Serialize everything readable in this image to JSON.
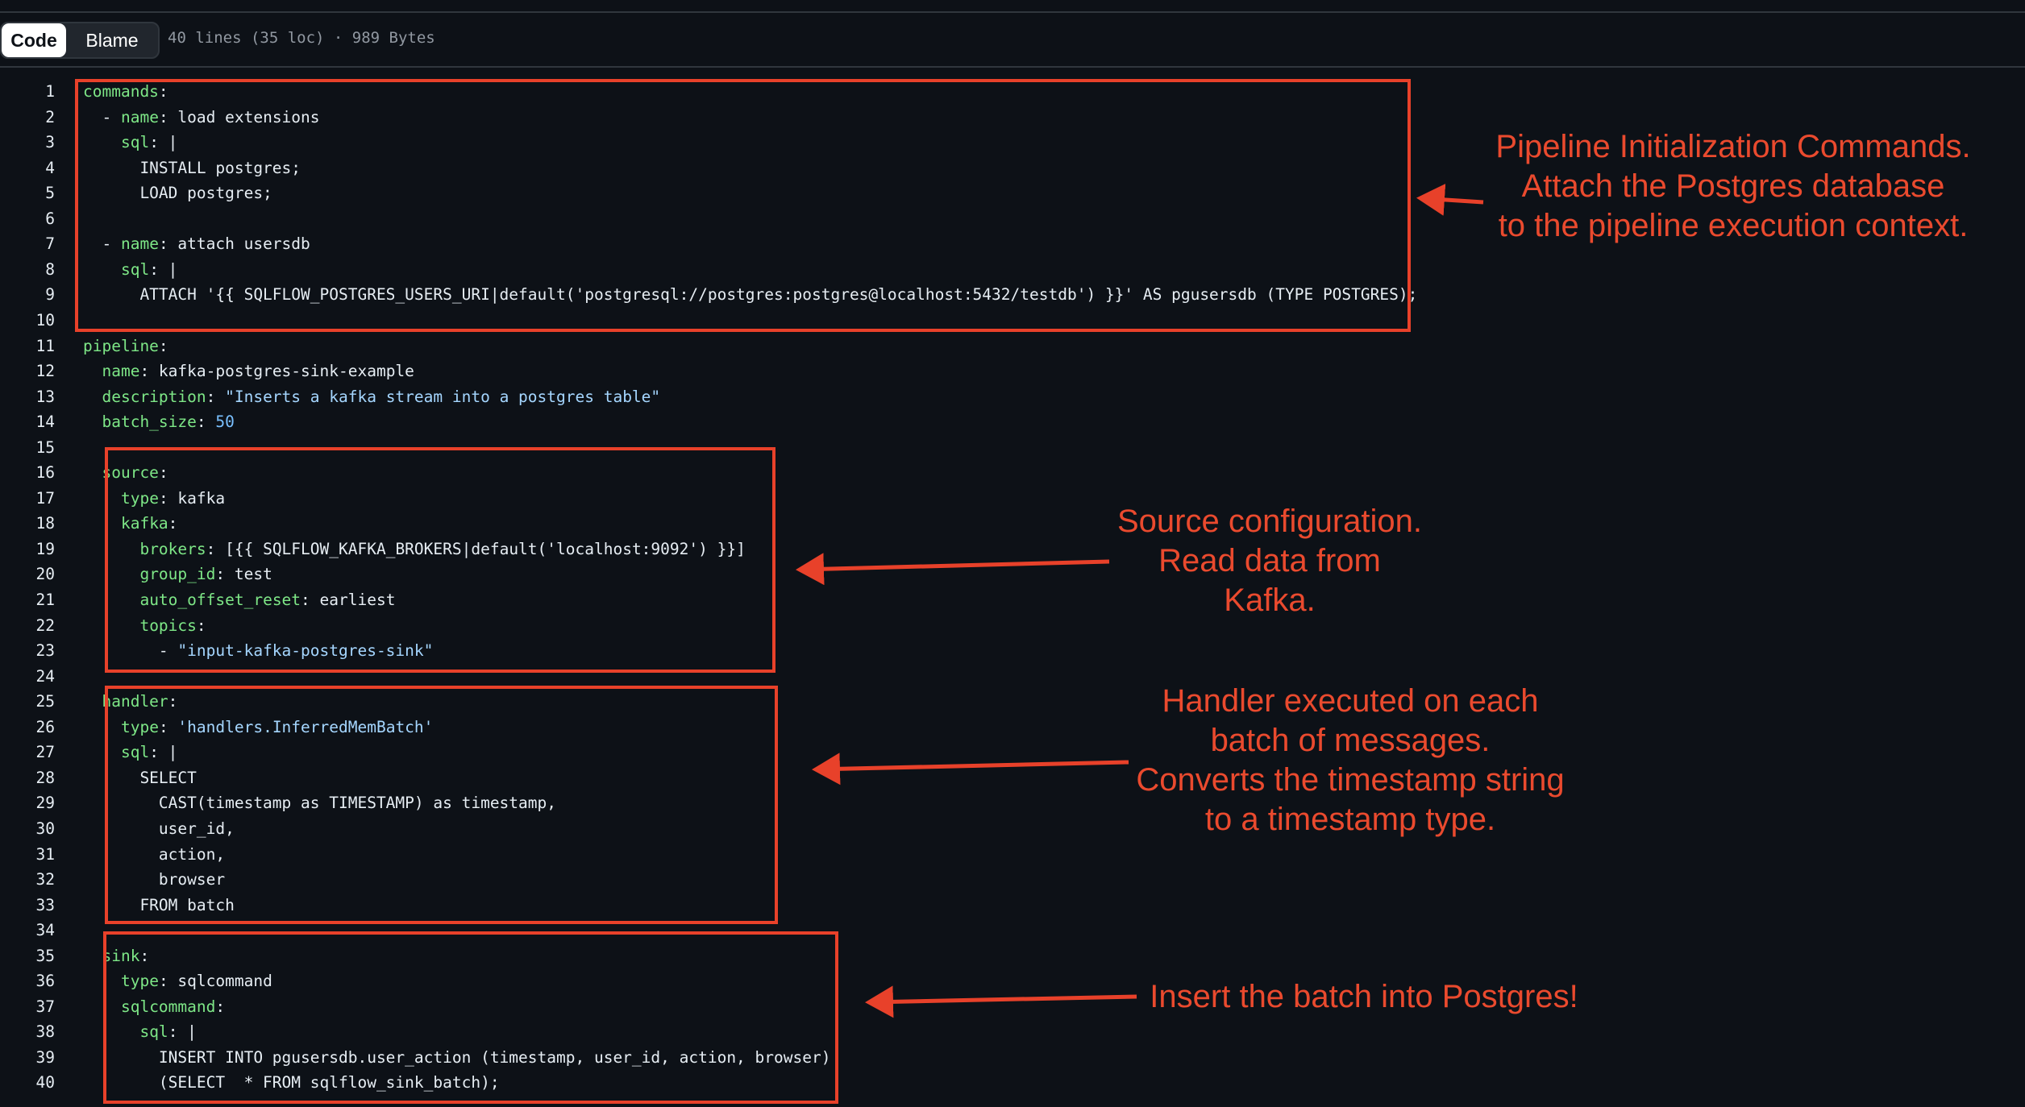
{
  "toolbar": {
    "code_label": "Code",
    "blame_label": "Blame",
    "file_info": "40 lines (35 loc) · 989 Bytes"
  },
  "code": {
    "lines": [
      {
        "n": "1",
        "segs": [
          {
            "t": "commands",
            "c": "k"
          },
          {
            "t": ":"
          }
        ]
      },
      {
        "n": "2",
        "segs": [
          {
            "t": "  - "
          },
          {
            "t": "name",
            "c": "k"
          },
          {
            "t": ": load extensions"
          }
        ]
      },
      {
        "n": "3",
        "segs": [
          {
            "t": "    "
          },
          {
            "t": "sql",
            "c": "k"
          },
          {
            "t": ": |"
          }
        ]
      },
      {
        "n": "4",
        "segs": [
          {
            "t": "      INSTALL postgres;"
          }
        ]
      },
      {
        "n": "5",
        "segs": [
          {
            "t": "      LOAD postgres;"
          }
        ]
      },
      {
        "n": "6",
        "segs": []
      },
      {
        "n": "7",
        "segs": [
          {
            "t": "  - "
          },
          {
            "t": "name",
            "c": "k"
          },
          {
            "t": ": attach usersdb"
          }
        ]
      },
      {
        "n": "8",
        "segs": [
          {
            "t": "    "
          },
          {
            "t": "sql",
            "c": "k"
          },
          {
            "t": ": |"
          }
        ]
      },
      {
        "n": "9",
        "segs": [
          {
            "t": "      ATTACH '{{ SQLFLOW_POSTGRES_USERS_URI|default('postgresql://postgres:postgres@localhost:5432/testdb') }}' AS pgusersdb (TYPE POSTGRES);"
          }
        ]
      },
      {
        "n": "10",
        "segs": []
      },
      {
        "n": "11",
        "segs": [
          {
            "t": "pipeline",
            "c": "k"
          },
          {
            "t": ":"
          }
        ]
      },
      {
        "n": "12",
        "segs": [
          {
            "t": "  "
          },
          {
            "t": "name",
            "c": "k"
          },
          {
            "t": ": kafka-postgres-sink-example"
          }
        ]
      },
      {
        "n": "13",
        "segs": [
          {
            "t": "  "
          },
          {
            "t": "description",
            "c": "k"
          },
          {
            "t": ": "
          },
          {
            "t": "\"Inserts a kafka stream into a postgres table\"",
            "c": "s"
          }
        ]
      },
      {
        "n": "14",
        "segs": [
          {
            "t": "  "
          },
          {
            "t": "batch_size",
            "c": "k"
          },
          {
            "t": ": "
          },
          {
            "t": "50",
            "c": "n"
          }
        ]
      },
      {
        "n": "15",
        "segs": []
      },
      {
        "n": "16",
        "segs": [
          {
            "t": "  "
          },
          {
            "t": "source",
            "c": "k"
          },
          {
            "t": ":"
          }
        ]
      },
      {
        "n": "17",
        "segs": [
          {
            "t": "    "
          },
          {
            "t": "type",
            "c": "k"
          },
          {
            "t": ": kafka"
          }
        ]
      },
      {
        "n": "18",
        "segs": [
          {
            "t": "    "
          },
          {
            "t": "kafka",
            "c": "k"
          },
          {
            "t": ":"
          }
        ]
      },
      {
        "n": "19",
        "segs": [
          {
            "t": "      "
          },
          {
            "t": "brokers",
            "c": "k"
          },
          {
            "t": ": [{{ SQLFLOW_KAFKA_BROKERS|default('localhost:9092') }}]"
          }
        ]
      },
      {
        "n": "20",
        "segs": [
          {
            "t": "      "
          },
          {
            "t": "group_id",
            "c": "k"
          },
          {
            "t": ": test"
          }
        ]
      },
      {
        "n": "21",
        "segs": [
          {
            "t": "      "
          },
          {
            "t": "auto_offset_reset",
            "c": "k"
          },
          {
            "t": ": earliest"
          }
        ]
      },
      {
        "n": "22",
        "segs": [
          {
            "t": "      "
          },
          {
            "t": "topics",
            "c": "k"
          },
          {
            "t": ":"
          }
        ]
      },
      {
        "n": "23",
        "segs": [
          {
            "t": "        - "
          },
          {
            "t": "\"input-kafka-postgres-sink\"",
            "c": "s"
          }
        ]
      },
      {
        "n": "24",
        "segs": []
      },
      {
        "n": "25",
        "segs": [
          {
            "t": "  "
          },
          {
            "t": "handler",
            "c": "k"
          },
          {
            "t": ":"
          }
        ]
      },
      {
        "n": "26",
        "segs": [
          {
            "t": "    "
          },
          {
            "t": "type",
            "c": "k"
          },
          {
            "t": ": "
          },
          {
            "t": "'handlers.InferredMemBatch'",
            "c": "s"
          }
        ]
      },
      {
        "n": "27",
        "segs": [
          {
            "t": "    "
          },
          {
            "t": "sql",
            "c": "k"
          },
          {
            "t": ": |"
          }
        ]
      },
      {
        "n": "28",
        "segs": [
          {
            "t": "      SELECT"
          }
        ]
      },
      {
        "n": "29",
        "segs": [
          {
            "t": "        CAST(timestamp as TIMESTAMP) as timestamp,"
          }
        ]
      },
      {
        "n": "30",
        "segs": [
          {
            "t": "        user_id,"
          }
        ]
      },
      {
        "n": "31",
        "segs": [
          {
            "t": "        action,"
          }
        ]
      },
      {
        "n": "32",
        "segs": [
          {
            "t": "        browser"
          }
        ]
      },
      {
        "n": "33",
        "segs": [
          {
            "t": "      FROM batch"
          }
        ]
      },
      {
        "n": "34",
        "segs": []
      },
      {
        "n": "35",
        "segs": [
          {
            "t": "  "
          },
          {
            "t": "sink",
            "c": "k"
          },
          {
            "t": ":"
          }
        ]
      },
      {
        "n": "36",
        "segs": [
          {
            "t": "    "
          },
          {
            "t": "type",
            "c": "k"
          },
          {
            "t": ": sqlcommand"
          }
        ]
      },
      {
        "n": "37",
        "segs": [
          {
            "t": "    "
          },
          {
            "t": "sqlcommand",
            "c": "k"
          },
          {
            "t": ":"
          }
        ]
      },
      {
        "n": "38",
        "segs": [
          {
            "t": "      "
          },
          {
            "t": "sql",
            "c": "k"
          },
          {
            "t": ": |"
          }
        ]
      },
      {
        "n": "39",
        "segs": [
          {
            "t": "        INSERT INTO pgusersdb.user_action (timestamp, user_id, action, browser)"
          }
        ]
      },
      {
        "n": "40",
        "segs": [
          {
            "t": "        (SELECT  * FROM sqlflow_sink_batch);"
          }
        ]
      }
    ]
  },
  "annotations": {
    "commands_note": "Pipeline Initialization Commands.\nAttach the Postgres database\nto the pipeline execution context.",
    "source_note": "Source configuration.\nRead data from\nKafka.",
    "handler_note": "Handler executed on each\nbatch of messages.\nConverts the timestamp string\nto a timestamp type.",
    "sink_note": "Insert the batch into Postgres!"
  },
  "colors": {
    "background": "#0d1117",
    "annotation": "#e8412a",
    "yaml_key": "#7ee787",
    "string": "#a5d6ff",
    "number": "#79c0ff"
  }
}
